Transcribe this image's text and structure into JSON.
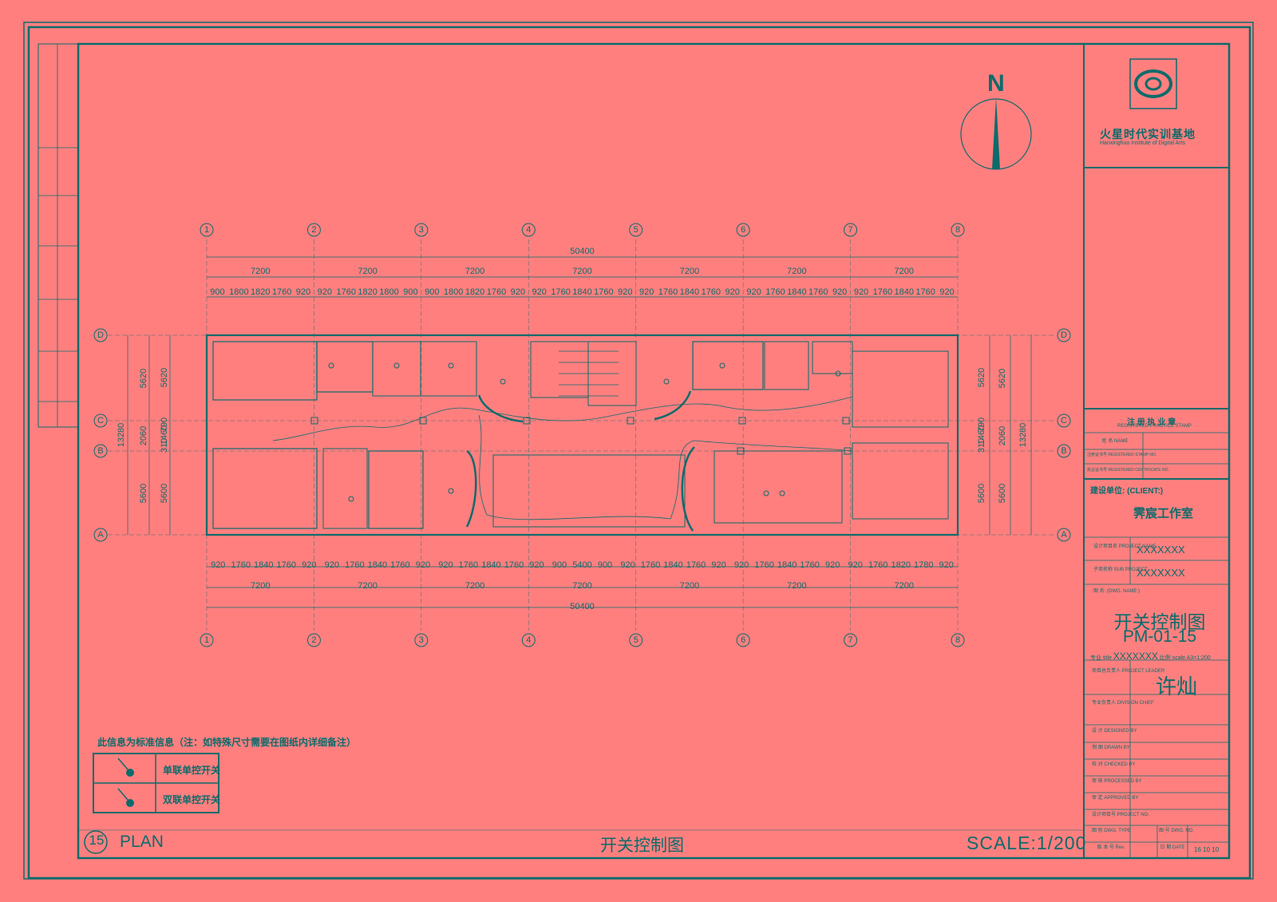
{
  "north_label": "N",
  "title_block": {
    "company_name": "火星时代实训基地",
    "company_sub": "Hanxinghuo Institute of Digital Arts",
    "registration_title": "注 册 执 业 章",
    "registration_sub": "REGISTERED PRACTICE STAMP",
    "registration_labels": [
      "姓 名  NAME",
      "注册证书号 REGISTERED STAMP NO.",
      "执业证书号 REGISTERED CERTIFICATE NO."
    ],
    "client_label": "建设单位: (CLIENT:)",
    "client_value": "霁宸工作室",
    "project_label": "设计项目名 PROJECT NAME",
    "project_value": "XXXXXXX",
    "sub_project_label": "子项名称 SUB PROJECT",
    "sub_project_value": "XXXXXXX",
    "drawing_name_label": "图 名: (DWG. NAME:)",
    "sheet_title": "开关控制图",
    "sheet_number": "PM-01-15",
    "scale_prefix": "专业 title",
    "scale_code": "XXXXXXX",
    "scale_suffix": "比例 scale A3=1:200",
    "leader_label": "项目总负责人 PROJECT LEADER",
    "leader_value": "许灿",
    "roles": [
      "专业负责人 DIVISION CHIEF",
      "设 计 DESIGNED BY",
      "制 图 DRAWN BY",
      "校 对 CHECKED BY",
      "审 核 PROCESSED BY",
      "审 定 APPROVED BY",
      "设计项目号 PROJECT NO.",
      "图 别 DWG. TYPE",
      "版 本 号 Rev."
    ],
    "roles_right": [
      "图 号 DWG. NO.",
      "日 期 DATE"
    ],
    "date_value": "16 10 10"
  },
  "legend": {
    "note": "此信息为标准信息（注：如特殊尺寸需要在图纸内详细备注）",
    "items": [
      "单联单控开关",
      "双联单控开关"
    ]
  },
  "footer": {
    "plan_number": "15",
    "plan_word": "PLAN",
    "drawing_title": "开关控制图",
    "scale": "SCALE:1/200"
  },
  "plan": {
    "axis_columns": [
      "1",
      "2",
      "3",
      "4",
      "5",
      "6",
      "7",
      "8"
    ],
    "axis_rows": [
      "D",
      "C",
      "B",
      "A"
    ],
    "top_total": "50400",
    "top_spans": [
      "7200",
      "7200",
      "7200",
      "7200",
      "7200",
      "7200",
      "7200"
    ],
    "top_details": [
      "900",
      "1800",
      "1820",
      "1760",
      "920",
      "920",
      "1760",
      "1820",
      "1800",
      "900",
      "900",
      "1800",
      "1820",
      "1760",
      "920",
      "920",
      "1760",
      "1840",
      "1760",
      "920",
      "920",
      "1760",
      "1840",
      "1760",
      "920",
      "920",
      "1760",
      "1840",
      "1760",
      "920",
      "920",
      "1760",
      "1840",
      "1760",
      "920"
    ],
    "bottom_details": [
      "920",
      "1760",
      "1840",
      "1760",
      "920",
      "920",
      "1760",
      "1840",
      "1760",
      "920",
      "920",
      "1760",
      "1840",
      "1760",
      "920",
      "900",
      "5400",
      "900",
      "920",
      "1760",
      "1840",
      "1760",
      "920",
      "920",
      "1760",
      "1840",
      "1760",
      "920",
      "920",
      "1760",
      "1820",
      "1780",
      "920"
    ],
    "bottom_spans": [
      "7200",
      "7200",
      "7200",
      "7200",
      "7200",
      "7200",
      "7200"
    ],
    "bottom_total": "50400",
    "side_total": "13280",
    "side_spans": [
      "5620",
      "2060",
      "5600"
    ],
    "side_details": [
      "5620",
      "790",
      "1460",
      "310",
      "5600"
    ]
  },
  "colors": {
    "background": "#ff7f7f",
    "ink": "#0e6b6b"
  }
}
